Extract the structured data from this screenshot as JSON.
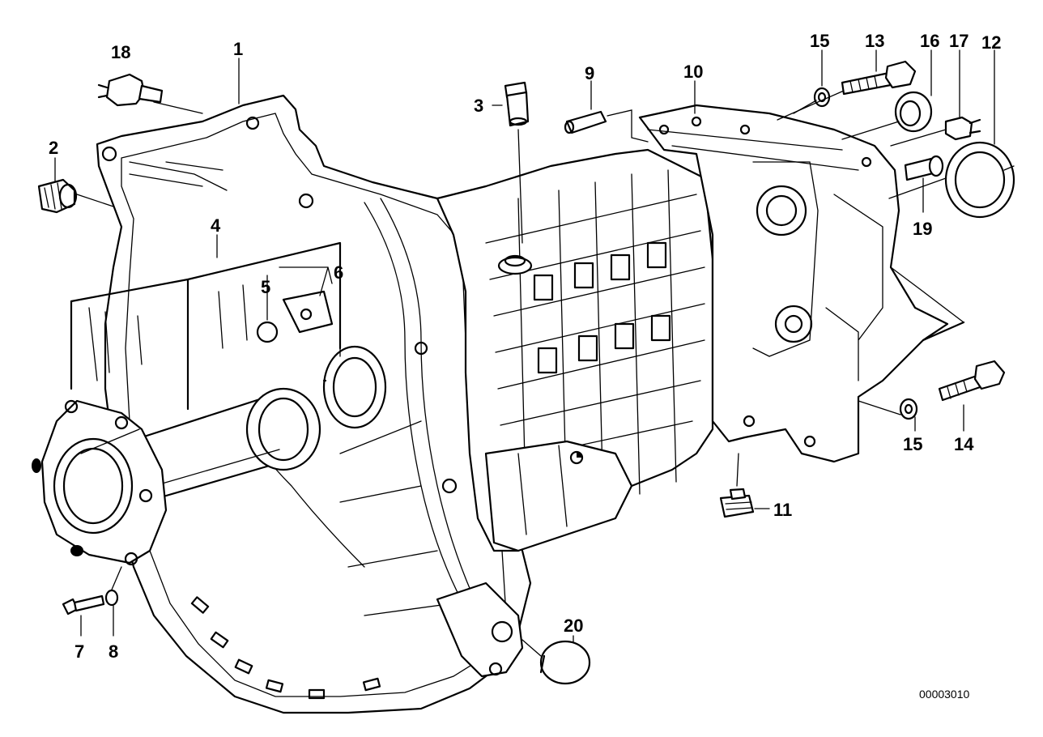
{
  "diagram": {
    "callouts": [
      {
        "id": "c1",
        "label": "1"
      },
      {
        "id": "c2",
        "label": "2"
      },
      {
        "id": "c3",
        "label": "3"
      },
      {
        "id": "c4",
        "label": "4"
      },
      {
        "id": "c5",
        "label": "5"
      },
      {
        "id": "c6",
        "label": "6"
      },
      {
        "id": "c7",
        "label": "7"
      },
      {
        "id": "c8",
        "label": "8"
      },
      {
        "id": "c9",
        "label": "9"
      },
      {
        "id": "c10",
        "label": "10"
      },
      {
        "id": "c11",
        "label": "11"
      },
      {
        "id": "c12",
        "label": "12"
      },
      {
        "id": "c13",
        "label": "13"
      },
      {
        "id": "c14",
        "label": "14"
      },
      {
        "id": "c15a",
        "label": "15"
      },
      {
        "id": "c15b",
        "label": "15"
      },
      {
        "id": "c16",
        "label": "16"
      },
      {
        "id": "c17",
        "label": "17"
      },
      {
        "id": "c18",
        "label": "18"
      },
      {
        "id": "c19",
        "label": "19"
      },
      {
        "id": "c20",
        "label": "20"
      }
    ],
    "document_number": "00003010",
    "line_color": "#000000",
    "background_color": "#ffffff"
  }
}
